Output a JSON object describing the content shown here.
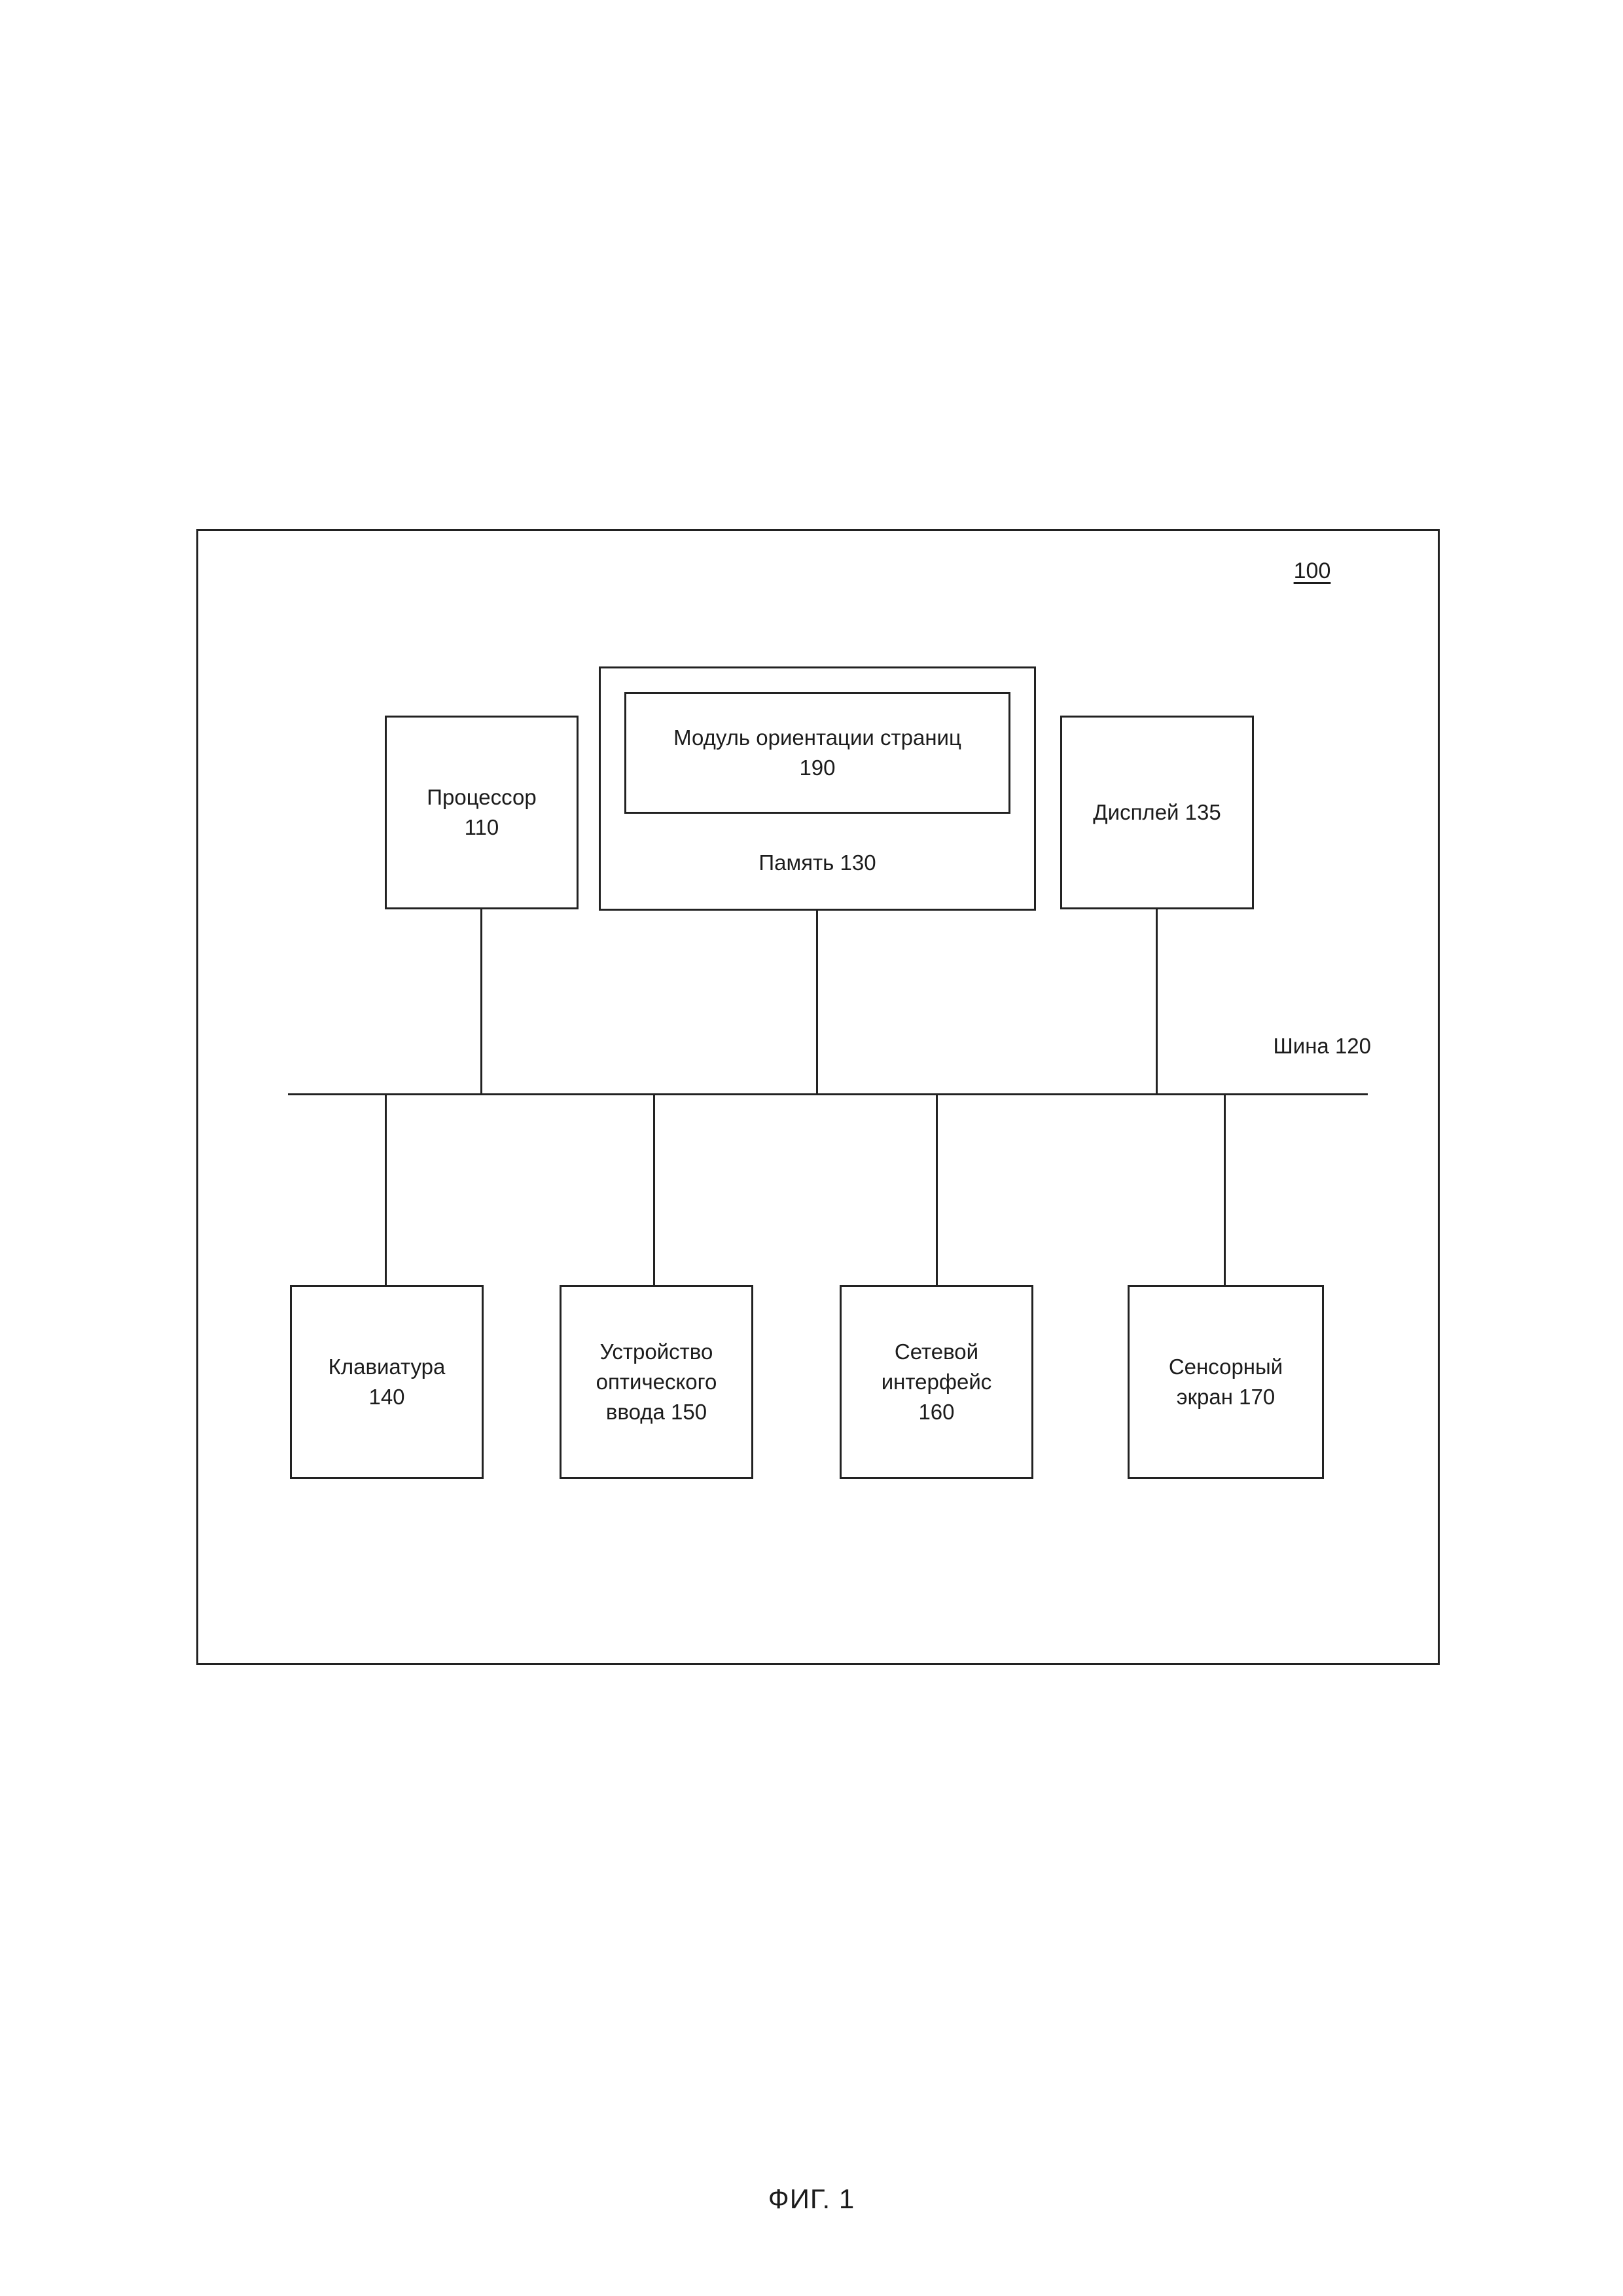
{
  "diagram": {
    "system_ref": "100",
    "figure_caption": "ФИГ. 1",
    "bus": {
      "label": "Шина 120"
    },
    "blocks": {
      "processor": "Процессор\n110",
      "module": "Модуль ориентации страниц\n190",
      "memory_label": "Память 130",
      "display": "Дисплей 135",
      "keyboard": "Клавиатура\n140",
      "optical_input": "Устройство\nоптического\nввода 150",
      "network_interface": "Сетевой\nинтерфейс\n160",
      "touchscreen": "Сенсорный\nэкран 170"
    }
  }
}
